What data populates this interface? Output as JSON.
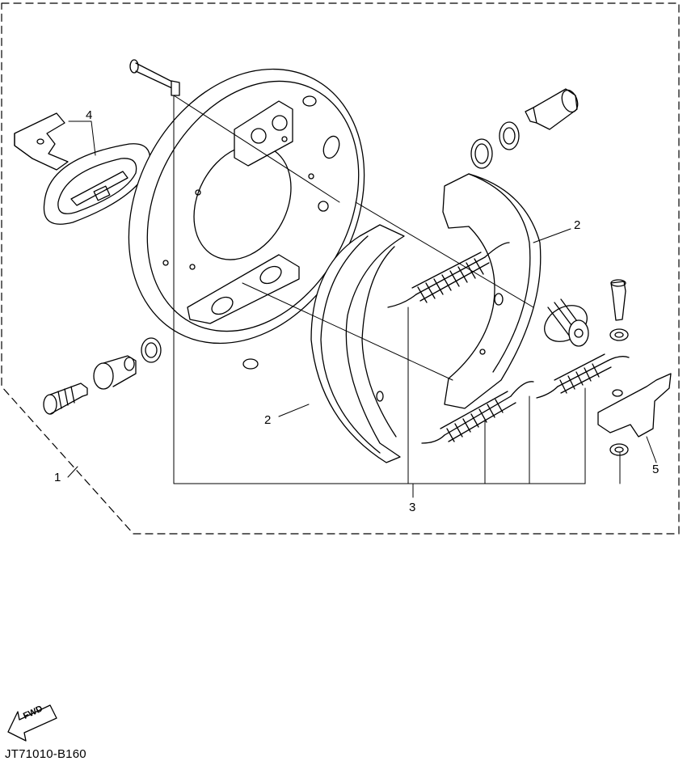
{
  "diagram": {
    "callouts": {
      "c1": "1",
      "c2a": "2",
      "c2b": "2",
      "c3": "3",
      "c4": "4",
      "c5": "5"
    },
    "fwd_label": "FWD",
    "drawing_code": "JT71010-B160"
  }
}
